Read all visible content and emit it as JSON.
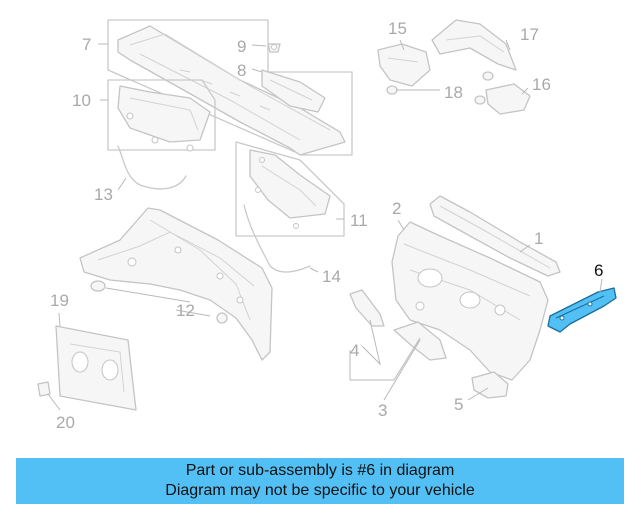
{
  "callouts": {
    "c1": "1",
    "c2": "2",
    "c3": "3",
    "c4": "4",
    "c5": "5",
    "c6": "6",
    "c7": "7",
    "c8": "8",
    "c9": "9",
    "c10": "10",
    "c11": "11",
    "c12": "12",
    "c13": "13",
    "c14": "14",
    "c15": "15",
    "c16": "16",
    "c17": "17",
    "c18": "18",
    "c19": "19",
    "c20": "20"
  },
  "highlighted_part": "6",
  "colors": {
    "highlight": "#52c0f5",
    "banner": "#52c0f5",
    "line_art": "#c9c9c9"
  },
  "banner": {
    "line1": "Part or sub-assembly is #6 in diagram",
    "line2": "Diagram may not be specific to your vehicle"
  }
}
